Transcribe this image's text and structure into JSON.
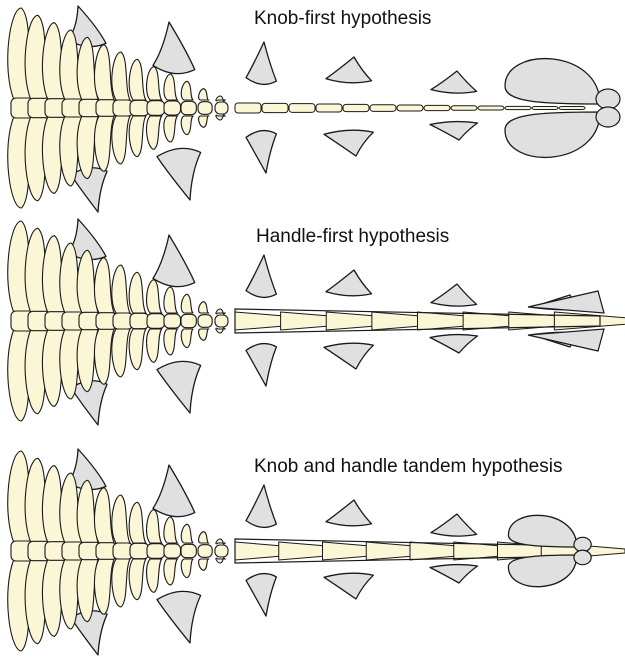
{
  "panels": [
    {
      "id": "knob-first",
      "title": "Knob-first hypothesis",
      "tail_end": "knob"
    },
    {
      "id": "handle-first",
      "title": "Handle-first hypothesis",
      "tail_end": "handle"
    },
    {
      "id": "tandem",
      "title": "Knob and handle tandem hypothesis",
      "tail_end": "knob-and-handle"
    }
  ],
  "colors": {
    "bone": "#fbf7d6",
    "osteoderm": "#e0e0e0",
    "outline": "#1a1a1a",
    "background": "#ffffff"
  }
}
